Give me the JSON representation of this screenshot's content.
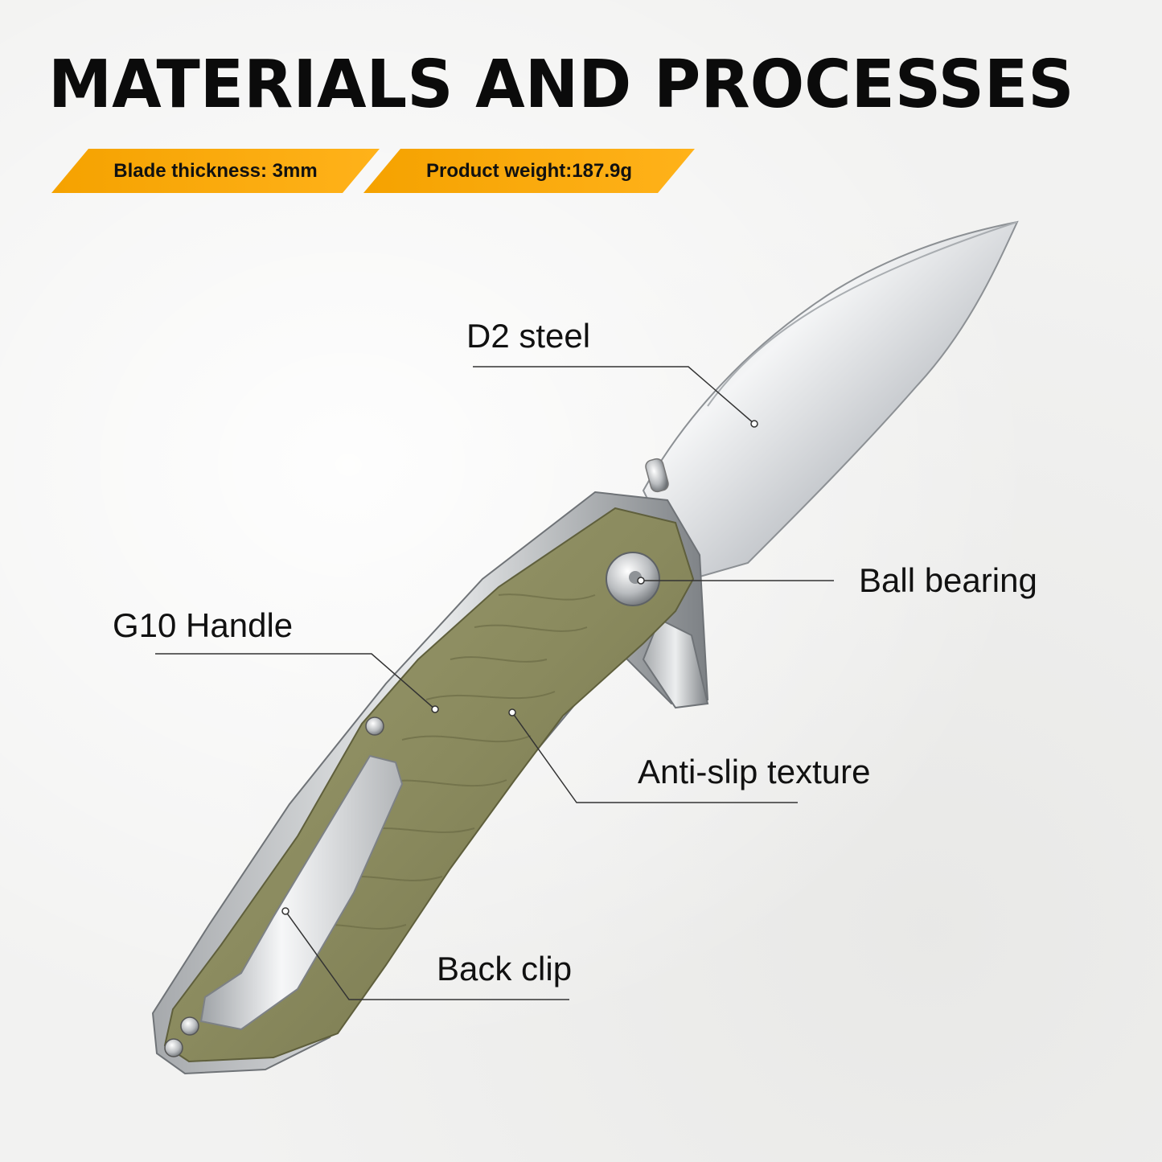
{
  "title": "MATERIALS AND PROCESSES",
  "specs": {
    "blade_thickness": "Blade thickness: 3mm",
    "product_weight": "Product weight:187.9g"
  },
  "callouts": {
    "blade": "D2 steel",
    "pivot": "Ball bearing",
    "handle": "G10 Handle",
    "texture": "Anti-slip texture",
    "clip": "Back clip"
  },
  "colors": {
    "accent": "#f5a200",
    "handle": "#8a8a5e",
    "steel": "#d9dcdf"
  }
}
